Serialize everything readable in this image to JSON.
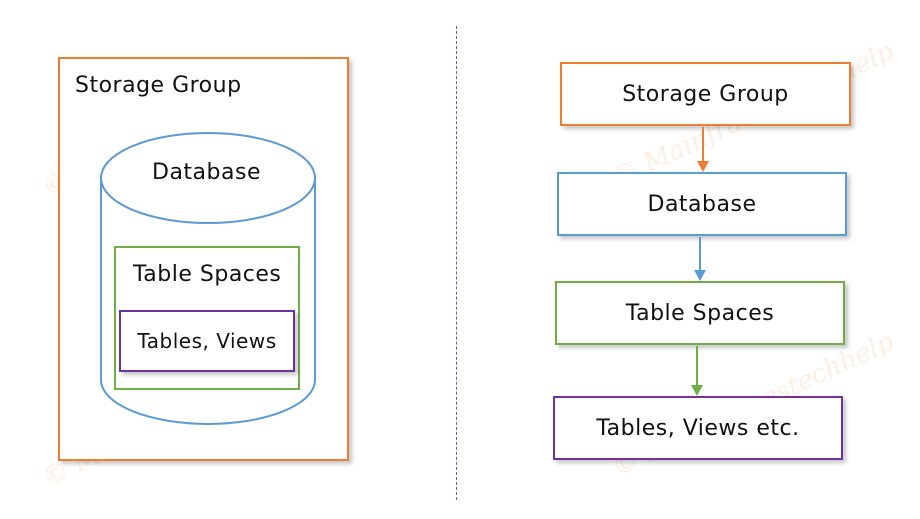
{
  "left_diagram": {
    "storage_group": "Storage Group",
    "database": "Database",
    "table_spaces": "Table Spaces",
    "tables_views": "Tables, Views"
  },
  "right_diagram": {
    "storage_group": "Storage Group",
    "database": "Database",
    "table_spaces": "Table Spaces",
    "tables_views": "Tables, Views etc."
  },
  "watermark": "© Mainframestechhelp",
  "colors": {
    "storage_group": "#ED7D31",
    "database": "#5B9BD5",
    "table_spaces": "#70AD47",
    "tables_views": "#7030A0"
  }
}
